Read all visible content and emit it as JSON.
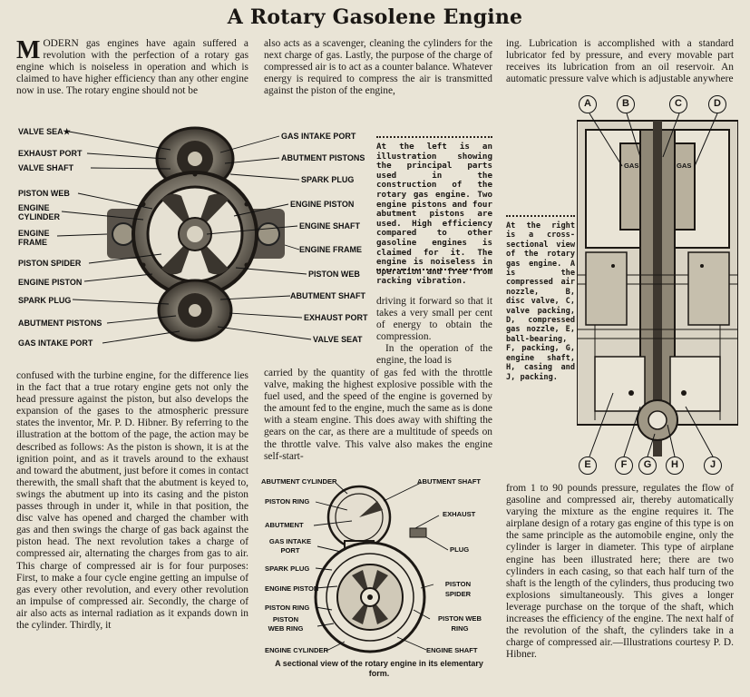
{
  "title": "A Rotary Gasolene Engine",
  "col1_top": {
    "dropcap": "M",
    "text": "ODERN gas engines have again suffered a revolution with the perfection of a rotary gas engine which is noiseless in operation and which is claimed to have higher efficiency than any other engine now in use. The rotary engine should not be"
  },
  "col2_top": "also acts as a scavenger, cleaning the cylinders for the next charge of gas. Lastly, the purpose of the charge of compressed air is to act as a counter balance. Whatever energy is required to compress the air is transmitted against the piston of the engine,",
  "col3_top": "ing. Lubrication is accomplished with a standard lubricator fed by pressure, and every movable part receives its lubrication from an oil reservoir. An automatic pressure valve which is adjustable anywhere",
  "caption_left": "At the left is an illustration showing the principal parts used in the construction of the rotary gas engine. Two engine pistons and four abutment pistons are used. High efficiency compared to other gasoline engines is claimed for it. The engine is noiseless in operation and free from racking vibration.",
  "col2_mid": "driving it forward so that it takes a very small per cent of energy to obtain the compression.",
  "col2_mid2": "In the operation of the engine, the load is",
  "caption_right": "At the right is a cross-sectional view of the rotary gas engine. A is the compressed air nozzle, B, disc valve, C, valve packing, D, compressed gas nozzle, E, ball-bearing, F, packing, G, engine shaft, H, casing and J, packing.",
  "col1_bottom": "confused with the turbine engine, for the difference lies in the fact that a true rotary engine gets not only the head pressure against the piston, but also develops the expansion of the gases to the atmospheric pressure states the inventor, Mr. P. D. Hibner. By referring to the illustration at the bottom of the page, the action may be described as follows: As the piston is shown, it is at the ignition point, and as it travels around to the exhaust and toward the abutment, just before it comes in contact therewith, the small shaft that the abutment is keyed to, swings the abutment up into its casing and the piston passes through in under it, while in that position, the disc valve has opened and charged the chamber with gas and then swings the charge of gas back against the piston head. The next revolution takes a charge of compressed air, alternating the charges from gas to air. This charge of compressed air is for four purposes: First, to make a four cycle engine getting an impulse of gas every other revolution, and every other revolution an impulse of compressed air. Secondly, the charge of air also acts as internal radiation as it expands down in the cylinder. Thirdly, it",
  "col2_bottom": "carried by the quantity of gas fed with the throttle valve, making the highest explosive possible with the fuel used, and the speed of the engine is governed by the amount fed to the engine, much the same as is done with a steam engine. This does away with shifting the gears on the car, as there are a multitude of speeds on the throttle valve. This valve also makes the engine self-start-",
  "col3_bottom": "from 1 to 90 pounds pressure, regulates the flow of gasoline and compressed air, thereby automatically varying the mixture as the engine requires it. The airplane design of a rotary gas engine of this type is on the same principle as the automobile engine, only the cylinder is larger in diameter. This type of airplane engine has been illustrated here; there are two cylinders in each casing, so that each half turn of the shaft is the length of the cylinders, thus producing two explosions simultaneously. This gives a longer leverage purchase on the torque of the shaft, which increases the efficiency of the engine. The next half of the revolution of the shaft, the cylinders take in a charge of compressed air.—Illustrations courtesy P. D. Hibner.",
  "fig1_labels": {
    "valve_seat_l": "VALVE SEA★",
    "exhaust_port_l": "EXHAUST PORT",
    "valve_shaft": "VALVE SHAFT",
    "piston_web_l": "PISTON WEB",
    "engine_cylinder": "ENGINE CYLINDER",
    "engine_frame_l": "ENGINE FRAME",
    "piston_spider": "PISTON SPIDER",
    "engine_piston_l": "ENGINE PISTON",
    "spark_plug_l": "SPARK PLUG",
    "abutment_pistons_l": "ABUTMENT PISTONS",
    "gas_intake_port_l": "GAS INTAKE PORT",
    "gas_intake_port_r": "GAS INTAKE PORT",
    "abutment_pistons_r": "ABUTMENT PISTONS",
    "spark_plug_r": "SPARK PLUG",
    "engine_piston_r": "ENGINE PISTON",
    "engine_shaft": "ENGINE SHAFT",
    "engine_frame_r": "ENGINE FRAME",
    "piston_web_r": "PISTON WEB",
    "abutment_shaft": "ABUTMENT SHAFT",
    "exhaust_port_r": "EXHAUST PORT",
    "valve_seat_r": "VALVE SEAT"
  },
  "fig2_labels": {
    "abutment_cylinder": "ABUTMENT CYLINDER",
    "piston_ring_1": "PISTON RING",
    "abutment": "ABUTMENT",
    "gas_intake_port": "GAS INTAKE PORT",
    "spark_plug": "SPARK PLUG",
    "engine_piston": "ENGINE PISTON",
    "piston_ring_2": "PISTON RING",
    "piston_web_ring_l": "PISTON WEB RING",
    "engine_cylinder": "ENGINE CYLINDER",
    "abutment_shaft": "ABUTMENT SHAFT",
    "exhaust": "EXHAUST",
    "plug": "PLUG",
    "piston_spider": "PISTON SPIDER",
    "piston_web_ring_r": "PISTON WEB RING",
    "engine_shaft": "ENGINE SHAFT"
  },
  "fig2_caption": "A sectional view of the rotary engine in its elementary form.",
  "fig3_letters": [
    "A",
    "B",
    "C",
    "D",
    "E",
    "F",
    "G",
    "H",
    "J"
  ],
  "fig3_text": [
    "GAS",
    "GAS"
  ]
}
